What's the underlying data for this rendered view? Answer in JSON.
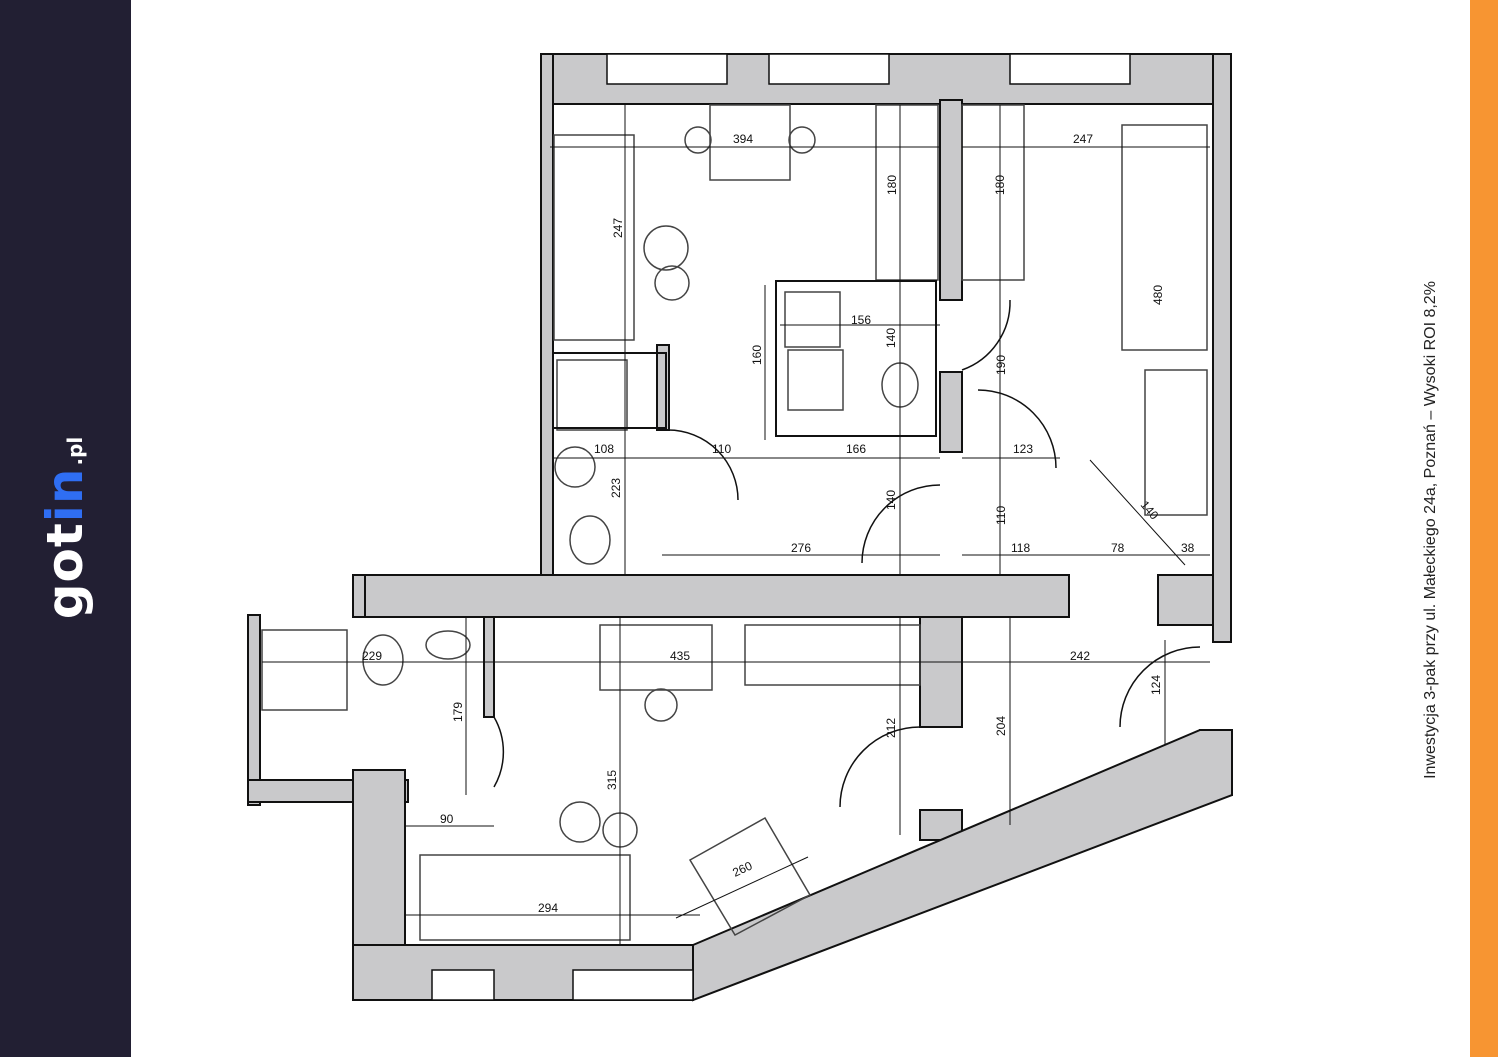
{
  "brand": {
    "name_prefix": "got",
    "name_accent": "in",
    "tld": ".pl",
    "sidebar_color": "#221f33",
    "accent_color": "#2f6ef3",
    "orange_color": "#f79532"
  },
  "caption": "Inwestycja 3-pak przy ul. Małeckiego 24a, Poznań – Wysoki ROI 8,2%",
  "floor_plan": {
    "wall_fill": "#c9c9cb",
    "dimensions": {
      "d394": "394",
      "d247a": "247",
      "d247b": "247",
      "d180a": "180",
      "d180b": "180",
      "d480": "480",
      "d156": "156",
      "d140a": "140",
      "d160": "160",
      "d190": "190",
      "d108": "108",
      "d110a": "110",
      "d166": "166",
      "d123": "123",
      "d140b": "140",
      "d223": "223",
      "d140c": "140",
      "d110b": "110",
      "d276": "276",
      "d118": "118",
      "d78": "78",
      "d38": "38",
      "d229": "229",
      "d435": "435",
      "d242": "242",
      "d124": "124",
      "d179": "179",
      "d212": "212",
      "d204": "204",
      "d315": "315",
      "d90": "90",
      "d260": "260",
      "d294": "294"
    }
  }
}
